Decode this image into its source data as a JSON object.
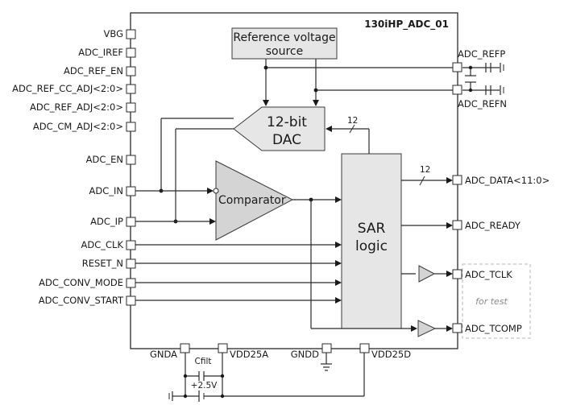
{
  "module_name": "130iHP_ADC_01",
  "blocks": {
    "ref_source_line1": "Reference voltage",
    "ref_source_line2": "source",
    "dac_line1": "12-bit",
    "dac_line2": "DAC",
    "comparator": "Comparator",
    "sar_line1": "SAR",
    "sar_line2": "logic"
  },
  "bus_widths": {
    "dac_bus": "12",
    "data_bus": "12"
  },
  "left_pins": [
    "VBG",
    "ADC_IREF",
    "ADC_REF_EN",
    "ADC_REF_CC_ADJ<2:0>",
    "ADC_REF_ADJ<2:0>",
    "ADC_CM_ADJ<2:0>",
    "ADC_EN",
    "ADC_IN",
    "ADC_IP",
    "ADC_CLK",
    "RESET_N",
    "ADC_CONV_MODE",
    "ADC_CONV_START"
  ],
  "right_pins": {
    "refp": "ADC_REFP",
    "refn": "ADC_REFN",
    "data": "ADC_DATA<11:0>",
    "ready": "ADC_READY",
    "tclk": "ADC_TCLK",
    "tcomp": "ADC_TCOMP"
  },
  "bottom_pins": {
    "gnda": "GNDA",
    "vdd25a": "VDD25A",
    "gndd": "GNDD",
    "vdd25d": "VDD25D"
  },
  "external": {
    "cfilt": "Cfilt",
    "supply": "+2.5V"
  },
  "test_note": "for test"
}
